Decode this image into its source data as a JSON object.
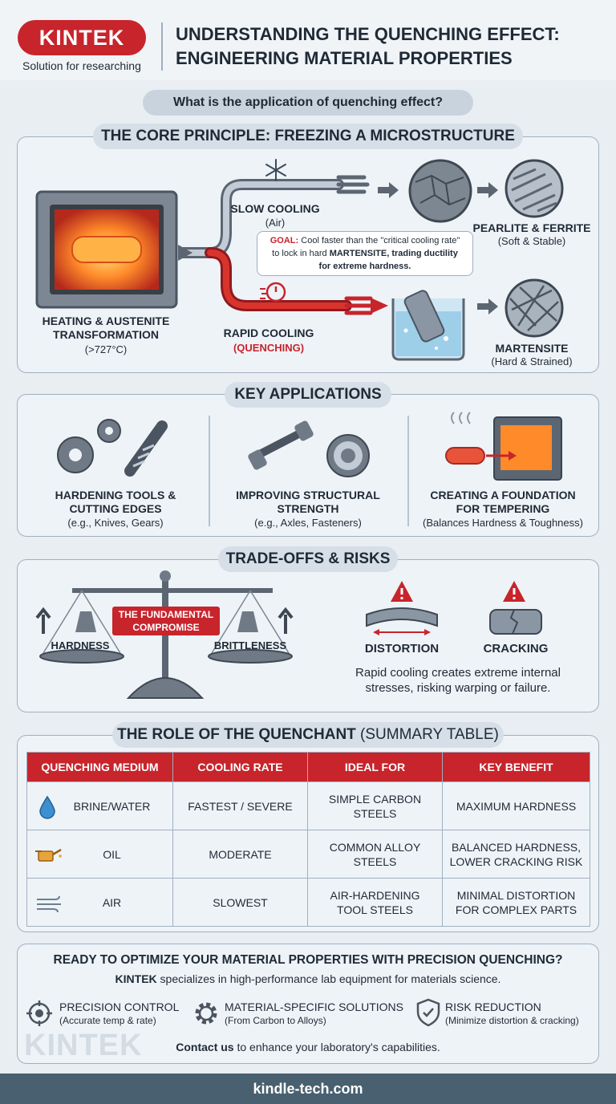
{
  "brand": {
    "logo": "KINTEK",
    "tagline": "Solution for researching",
    "watermark": "KINTEK"
  },
  "header": {
    "title_line1": "UNDERSTANDING THE QUENCHING EFFECT:",
    "title_line2": "ENGINEERING MATERIAL PROPERTIES"
  },
  "question": "What is the application of quenching effect?",
  "core": {
    "title": "THE CORE PRINCIPLE: FREEZING A MICROSTRUCTURE",
    "heating_label_1": "HEATING & AUSTENITE",
    "heating_label_2": "TRANSFORMATION",
    "heating_temp": "(>727°C)",
    "slow_label": "SLOW COOLING",
    "slow_sub": "(Air)",
    "rapid_label": "RAPID COOLING",
    "rapid_sub": "(QUENCHING)",
    "goal_prefix": "GOAL:",
    "goal_line1": " Cool faster than the \"critical cooling rate\"",
    "goal_line2": "to lock in hard ",
    "goal_bold": "MARTENSITE, trading ductility",
    "goal_line3": "for extreme hardness.",
    "pearlite_label": "PEARLITE & FERRITE",
    "pearlite_sub": "(Soft & Stable)",
    "martensite_label": "MARTENSITE",
    "martensite_sub": "(Hard & Strained)"
  },
  "applications": {
    "title": "KEY APPLICATIONS",
    "items": [
      {
        "line1": "HARDENING TOOLS &",
        "line2": "CUTTING EDGES",
        "sub": "(e.g., Knives, Gears)"
      },
      {
        "line1": "IMPROVING STRUCTURAL",
        "line2": "STRENGTH",
        "sub": "(e.g., Axles, Fasteners)"
      },
      {
        "line1": "CREATING A FOUNDATION",
        "line2": "FOR TEMPERING",
        "sub": "(Balances Hardness & Toughness)"
      }
    ]
  },
  "tradeoffs": {
    "title": "TRADE-OFFS & RISKS",
    "compromise_1": "THE FUNDAMENTAL",
    "compromise_2": "COMPROMISE",
    "hardness": "HARDNESS",
    "brittleness": "BRITTLENESS",
    "distortion": "DISTORTION",
    "cracking": "CRACKING",
    "note_1": "Rapid cooling creates extreme internal",
    "note_2": "stresses, risking warping or failure."
  },
  "quenchant": {
    "title_bold": "THE ROLE OF THE QUENCHANT",
    "title_rest": " (SUMMARY TABLE)",
    "headers": [
      "QUENCHING MEDIUM",
      "COOLING RATE",
      "IDEAL FOR",
      "KEY BENEFIT"
    ],
    "rows": [
      {
        "icon": "water-drop-icon",
        "medium": "BRINE/WATER",
        "rate": "FASTEST / SEVERE",
        "ideal_1": "SIMPLE CARBON",
        "ideal_2": "STEELS",
        "benefit_1": "MAXIMUM HARDNESS",
        "benefit_2": ""
      },
      {
        "icon": "oil-can-icon",
        "medium": "OIL",
        "rate": "MODERATE",
        "ideal_1": "COMMON ALLOY",
        "ideal_2": "STEELS",
        "benefit_1": "BALANCED HARDNESS,",
        "benefit_2": "LOWER CRACKING RISK"
      },
      {
        "icon": "wind-icon",
        "medium": "AIR",
        "rate": "SLOWEST",
        "ideal_1": "AIR-HARDENING",
        "ideal_2": "TOOL STEELS",
        "benefit_1": "MINIMAL DISTORTION",
        "benefit_2": "FOR COMPLEX PARTS"
      }
    ]
  },
  "cta": {
    "title": "READY TO OPTIMIZE YOUR MATERIAL PROPERTIES WITH PRECISION QUENCHING?",
    "line_brand": "KINTEK",
    "line_rest": " specializes in high-performance lab equipment for materials science.",
    "features": [
      {
        "title": "PRECISION CONTROL",
        "sub": "(Accurate temp & rate)"
      },
      {
        "title": "MATERIAL-SPECIFIC SOLUTIONS",
        "sub": "(From Carbon to Alloys)"
      },
      {
        "title": "RISK REDUCTION",
        "sub": "(Minimize distortion & cracking)"
      }
    ],
    "contact_bold": "Contact us",
    "contact_rest": " to enhance your laboratory's capabilities."
  },
  "footer": {
    "url": "kindle-tech.com"
  },
  "colors": {
    "accent": "#c8242c",
    "panel": "#eef3f7",
    "border": "#9fb0c0",
    "footer": "#48606f"
  }
}
